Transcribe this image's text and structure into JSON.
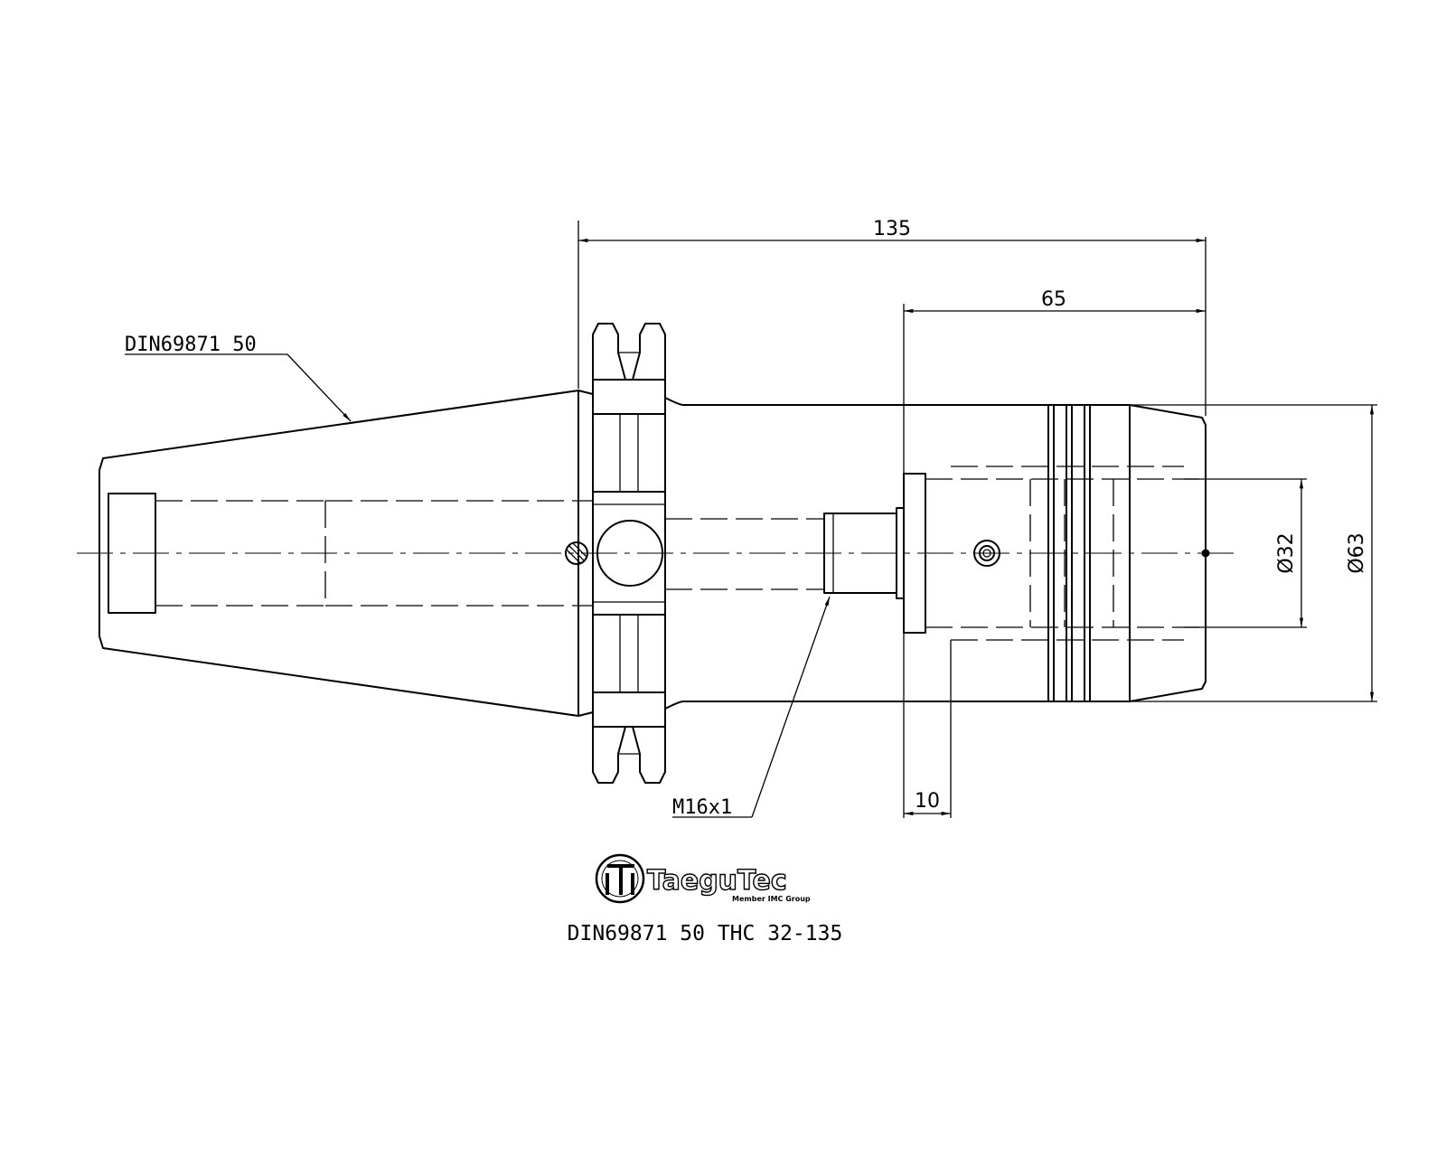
{
  "dimensions": {
    "overall_length": "135",
    "shank_length": "65",
    "step_length": "10",
    "bore_diameter": "Ø32",
    "outer_diameter": "Ø63"
  },
  "callouts": {
    "taper_standard": "DIN69871 50",
    "thread": "M16x1"
  },
  "logo": {
    "name": "TaeguTec",
    "tagline": "Member IMC Group"
  },
  "title": "DIN69871 50 THC 32-135"
}
